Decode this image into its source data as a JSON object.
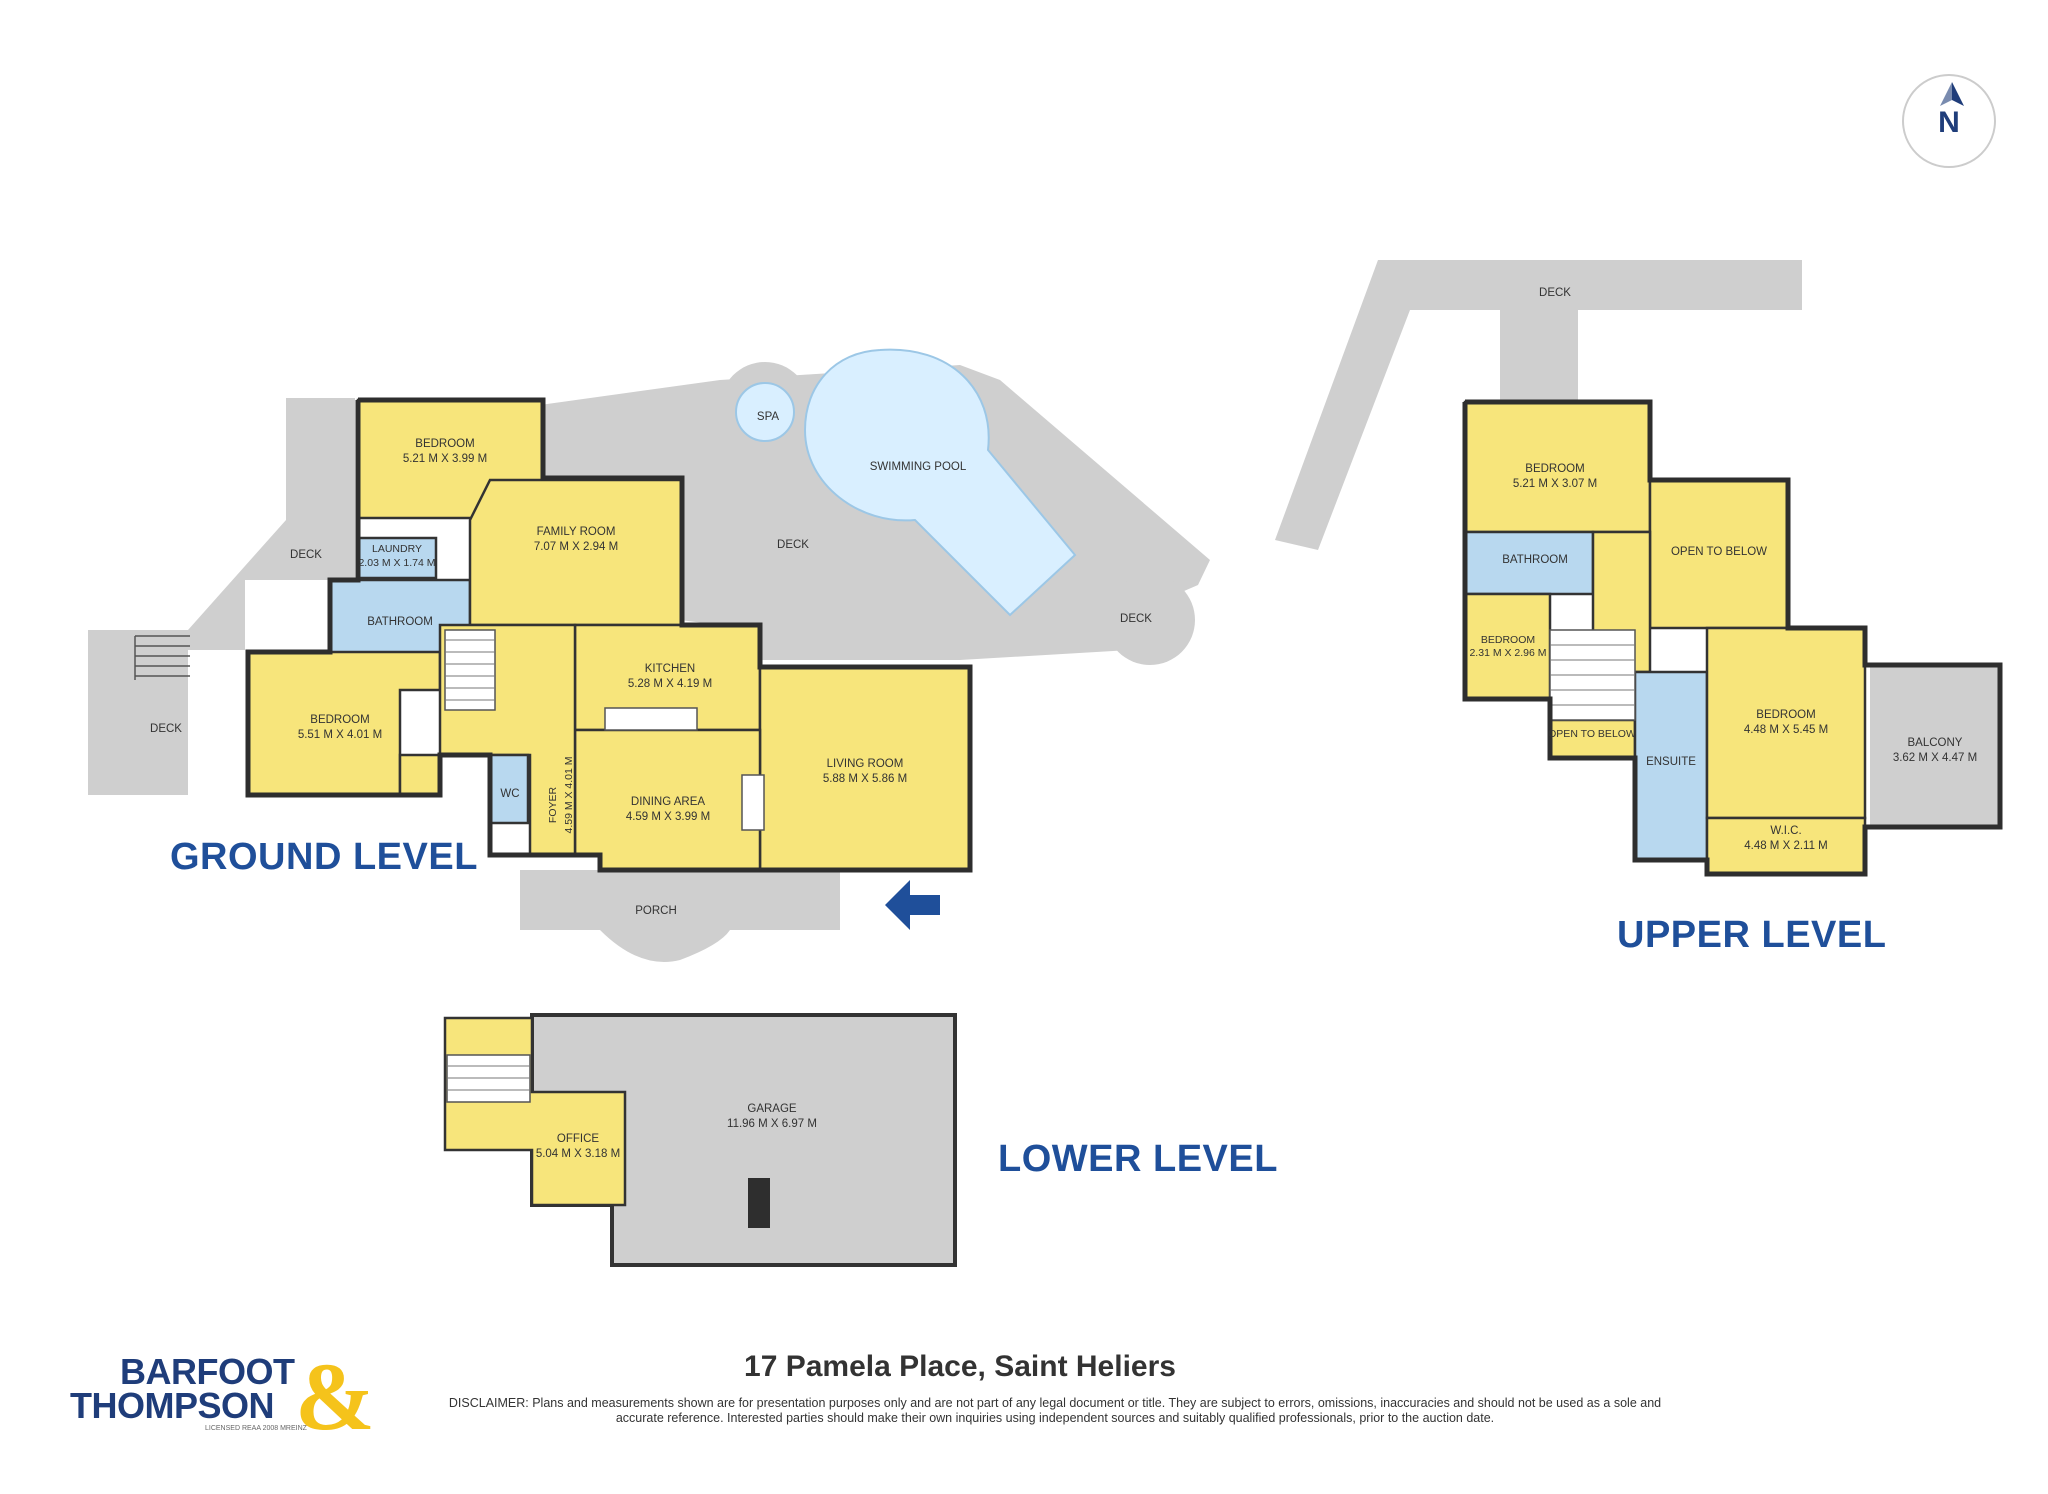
{
  "levels": {
    "ground": "GROUND LEVEL",
    "upper": "UPPER LEVEL",
    "lower": "LOWER LEVEL"
  },
  "compass": "N",
  "address": "17 Pamela Place, Saint Heliers",
  "disclaimer": "DISCLAIMER: Plans and measurements shown are for presentation purposes only and are not part of any legal document or title. They are subject to errors, omissions, inaccuracies and should not be used as a sole and accurate reference. Interested parties should make their own inquiries using independent sources and suitably qualified professionals, prior to the auction date.",
  "logo": {
    "line1": "BARFOOT",
    "line2": "THOMPSON",
    "amp": "&",
    "licence": "LICENSED REAA 2008 MREINZ"
  },
  "ground_rooms": {
    "bedroom1": {
      "name": "BEDROOM",
      "dims": "5.21 M X 3.99 M"
    },
    "laundry": {
      "name": "LAUNDRY",
      "dims": "2.03 M X 1.74 M"
    },
    "bathroom": {
      "name": "BATHROOM"
    },
    "bedroom2": {
      "name": "BEDROOM",
      "dims": "5.51 M X 4.01 M"
    },
    "family": {
      "name": "FAMILY ROOM",
      "dims": "7.07 M X 2.94 M"
    },
    "kitchen": {
      "name": "KITCHEN",
      "dims": "5.28 M X 4.19 M"
    },
    "living": {
      "name": "LIVING ROOM",
      "dims": "5.88 M X 5.86 M"
    },
    "dining": {
      "name": "DINING AREA",
      "dims": "4.59 M X 3.99 M"
    },
    "foyer": {
      "name": "FOYER",
      "dims": "4.59 M X 4.01 M"
    },
    "wc": {
      "name": "WC"
    },
    "deck_left": "DECK",
    "deck_west": "DECK",
    "deck_main": "DECK",
    "deck_east": "DECK",
    "spa": "SPA",
    "pool": "SWIMMING POOL",
    "porch": "PORCH"
  },
  "upper_rooms": {
    "deck": "DECK",
    "bedroom1": {
      "name": "BEDROOM",
      "dims": "5.21 M X 3.07 M"
    },
    "bathroom": {
      "name": "BATHROOM"
    },
    "bedroom2": {
      "name": "BEDROOM",
      "dims": "2.31 M X 2.96 M"
    },
    "open_below1": "OPEN TO BELOW",
    "open_below2": "OPEN TO BELOW",
    "ensuite": {
      "name": "ENSUITE"
    },
    "bedroom3": {
      "name": "BEDROOM",
      "dims": "4.48 M X 5.45 M"
    },
    "wic": {
      "name": "W.I.C.",
      "dims": "4.48 M X 2.11 M"
    },
    "balcony": {
      "name": "BALCONY",
      "dims": "3.62 M X 4.47 M"
    }
  },
  "lower_rooms": {
    "office": {
      "name": "OFFICE",
      "dims": "5.04 M X 3.18 M"
    },
    "garage": {
      "name": "GARAGE",
      "dims": "11.96 M X 6.97 M"
    }
  },
  "colors": {
    "room": "#f7e57b",
    "wet": "#b8d8ef",
    "deck": "#cfcfcf",
    "label_blue": "#1f4f9a",
    "logo_blue": "#1f3d7a",
    "logo_gold": "#f5c31b"
  }
}
